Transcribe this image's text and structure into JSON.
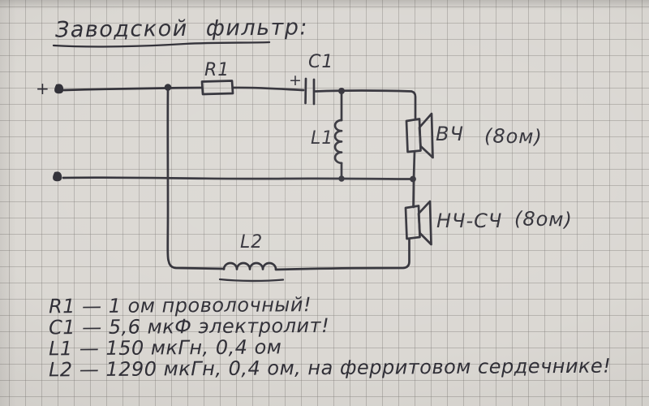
{
  "page": {
    "description": "hand-drawn speaker crossover schematic on squared notebook paper",
    "paper_color": "#dad7d2",
    "grid_line_color": "#7e7b77",
    "ink_color": "#2c2b33"
  },
  "title": {
    "text": "Заводской фильтр:"
  },
  "schematic": {
    "input": {
      "plus_sign": "+"
    },
    "resistor": {
      "label": "R1"
    },
    "capacitor": {
      "label": "C1",
      "polarity_sign": "+"
    },
    "inductor_shunt": {
      "label": "L1"
    },
    "inductor_series": {
      "label": "L2"
    },
    "speakers": {
      "hf": {
        "name": "ВЧ",
        "impedance": "(8ом)"
      },
      "lf_mf": {
        "name": "НЧ-СЧ",
        "impedance": "(8ом)"
      }
    }
  },
  "notes": {
    "lines": [
      "R1 — 1 ом проволочный!",
      "C1 — 5,6 мкФ электролит!",
      "L1 — 150 мкГн, 0,4 ом",
      "L2 — 1290 мкГн, 0,4 ом, на ферритовом сердечнике!"
    ]
  }
}
